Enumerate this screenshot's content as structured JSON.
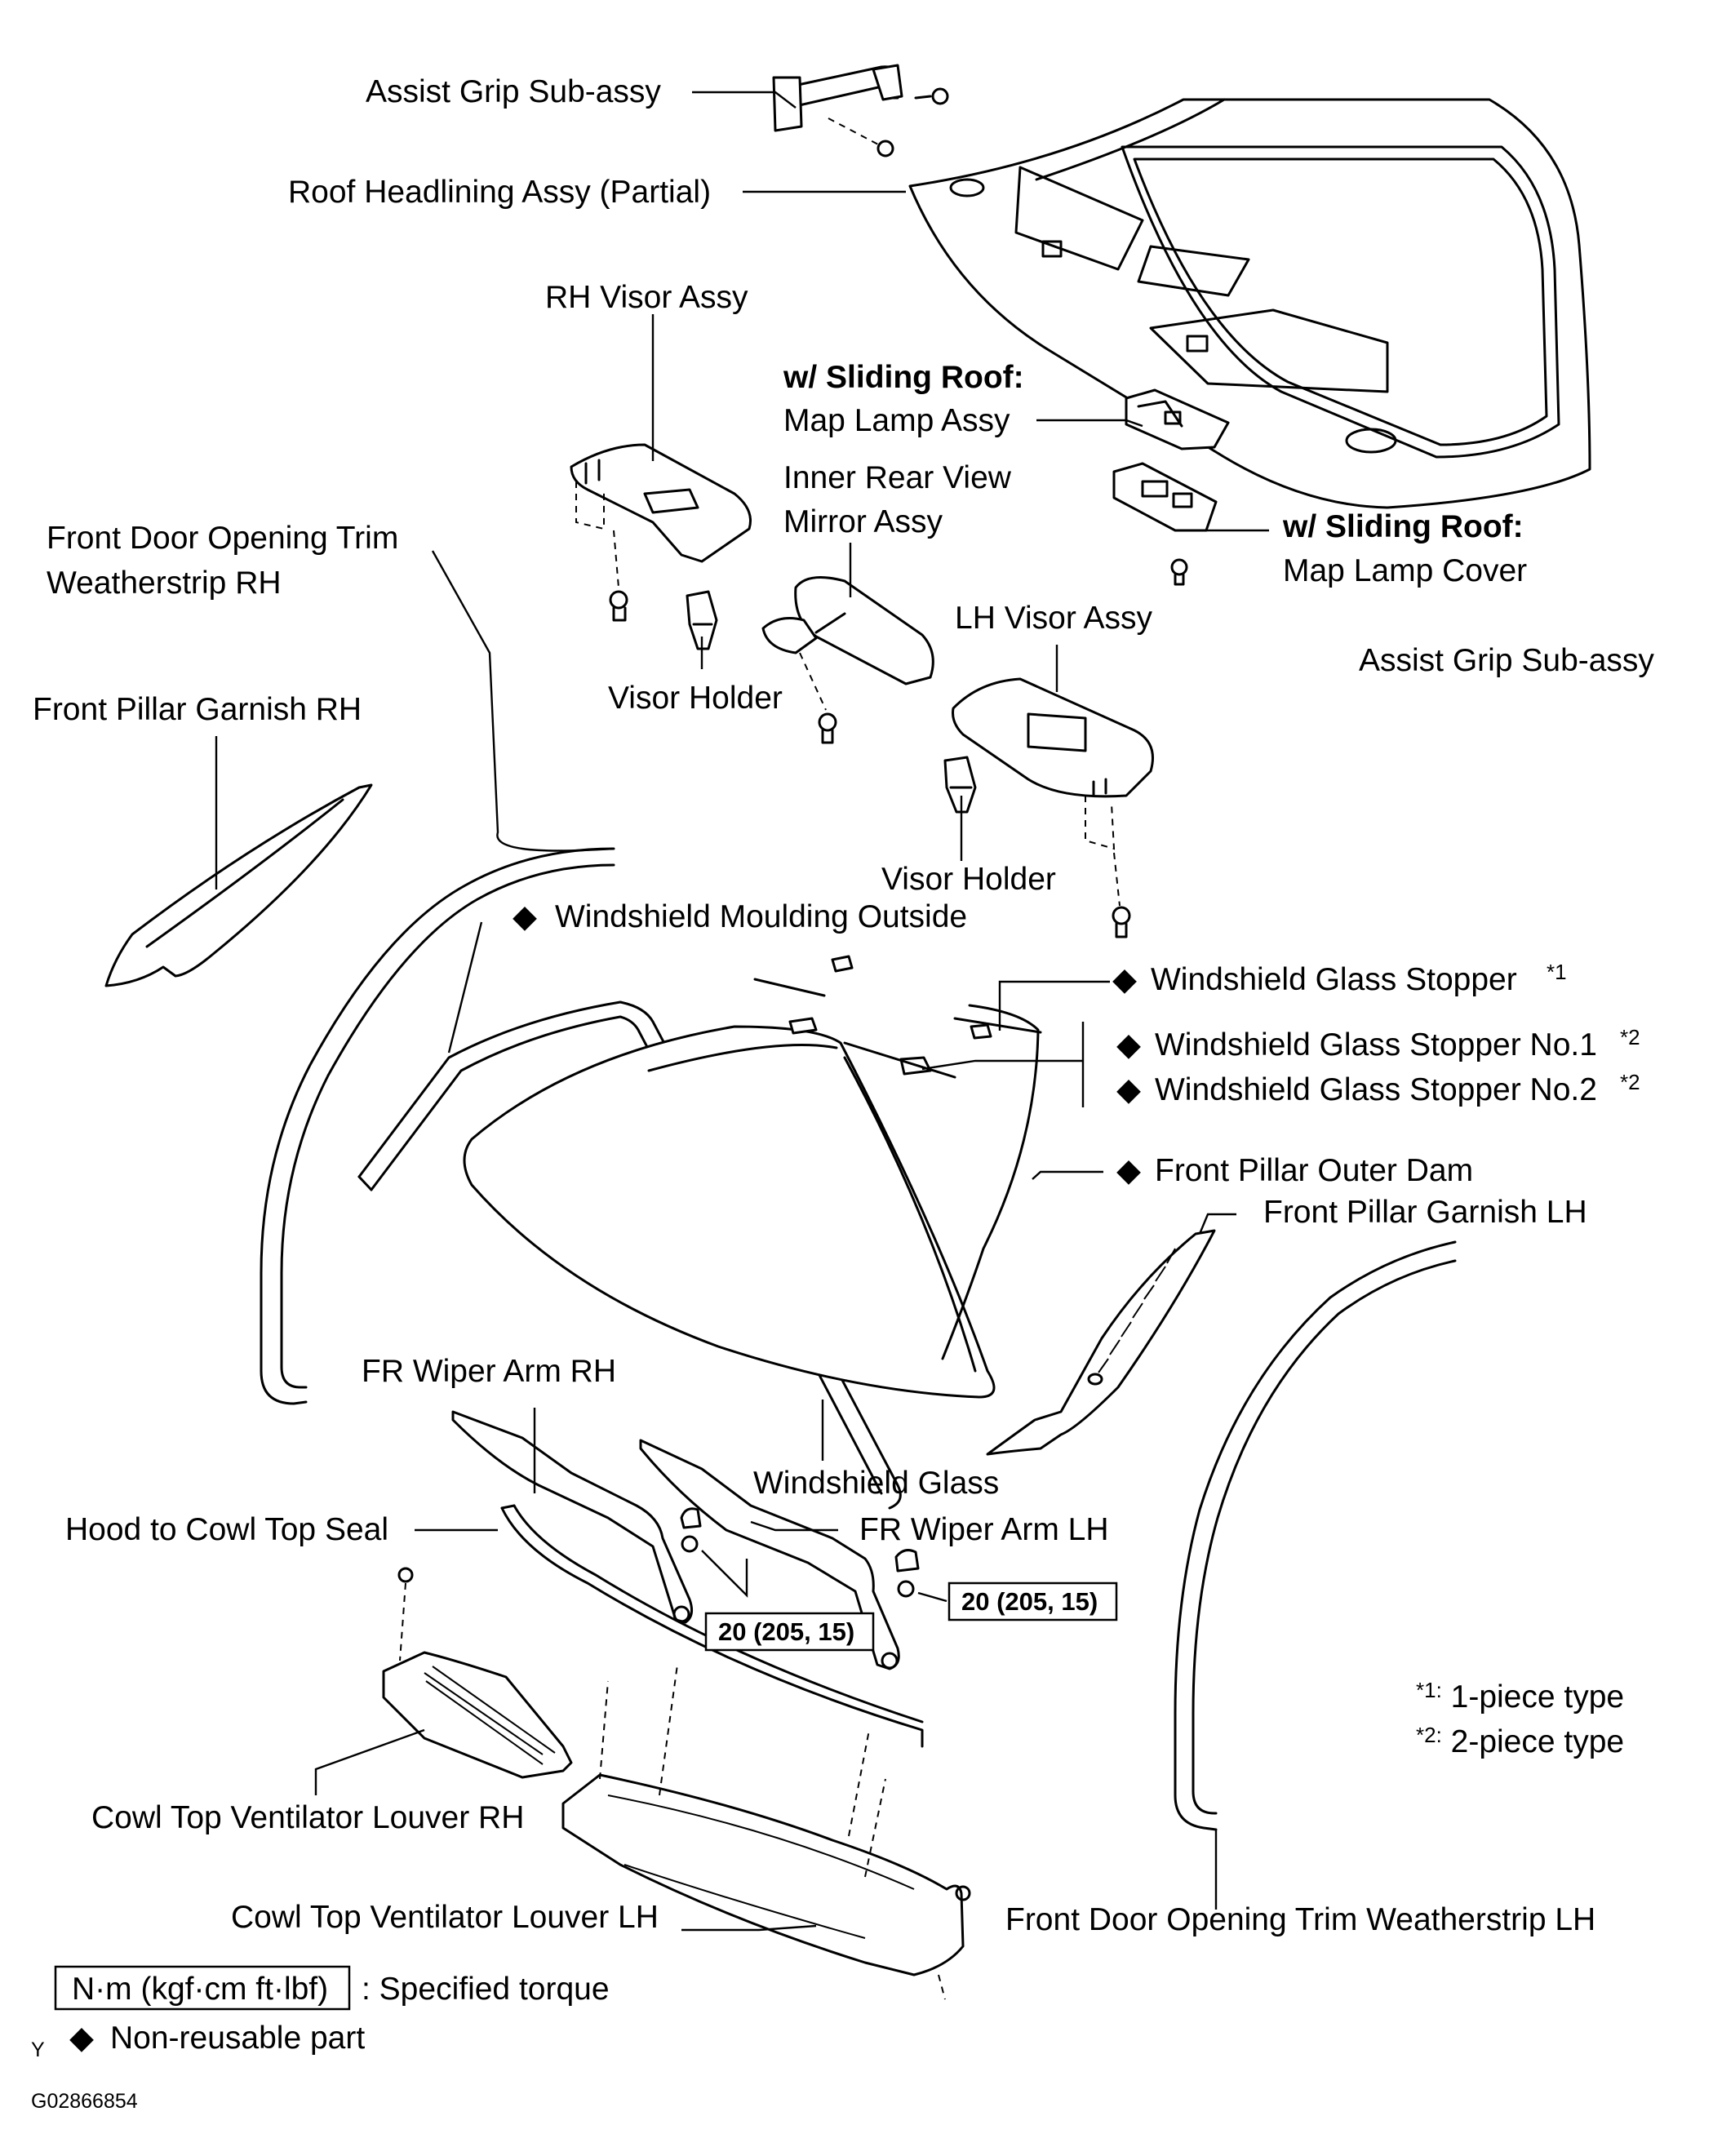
{
  "labels": {
    "assist_grip_rh": "Assist Grip Sub-assy",
    "roof_headlining": "Roof Headlining Assy (Partial)",
    "rh_visor": "RH Visor Assy",
    "sliding_roof_1": "w/ Sliding Roof:",
    "map_lamp": "Map Lamp Assy",
    "mirror_1": "Inner Rear View",
    "mirror_2": "Mirror Assy",
    "sliding_roof_2": "w/ Sliding Roof:",
    "map_lamp_cover": "Map Lamp Cover",
    "fd_trim_rh_1": "Front Door Opening Trim",
    "fd_trim_rh_2": "Weatherstrip RH",
    "lh_visor": "LH Visor Assy",
    "assist_grip_lh": "Assist Grip Sub-assy",
    "visor_holder_rh": "Visor Holder",
    "pillar_garnish_rh": "Front Pillar Garnish RH",
    "visor_holder_lh": "Visor Holder",
    "moulding_outside": "Windshield Moulding Outside",
    "glass_stopper": "Windshield Glass Stopper ",
    "glass_stopper_no1": "Windshield Glass Stopper No.1",
    "glass_stopper_no2": "Windshield Glass Stopper No.2",
    "outer_dam": "Front Pillar Outer Dam",
    "pillar_garnish_lh": "Front Pillar Garnish LH",
    "wiper_rh": "FR Wiper Arm RH",
    "windshield_glass": "Windshield Glass",
    "cowl_seal": "Hood to Cowl Top Seal",
    "wiper_lh": "FR Wiper Arm LH",
    "louver_rh": "Cowl Top Ventilator Louver RH",
    "louver_lh": "Cowl Top Ventilator Louver LH",
    "fd_trim_lh": "Front Door Opening Trim Weatherstrip LH",
    "specified_torque": ": Specified torque",
    "non_reusable": "Non-reusable part",
    "y_mark": "Y",
    "figure_id": "G02866854"
  },
  "markers": {
    "diamond": "◆",
    "note1": "*1",
    "note2": "*2"
  },
  "torque": {
    "rh": "20 (205, 15)",
    "lh": "20 (205, 15)",
    "unit": "N·m (kgf·cm ft·lbf)"
  },
  "notes": {
    "n1_mark": "*1:",
    "n1_text": " 1-piece  type",
    "n2_mark": "*2:",
    "n2_text": " 2-piece  type"
  }
}
